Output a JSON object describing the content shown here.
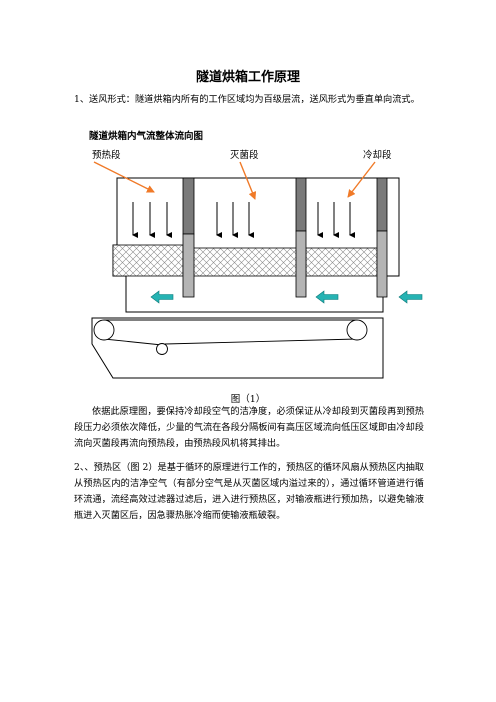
{
  "doc": {
    "title": "隧道烘箱工作原理",
    "para1": "1、送风形式：隧道烘箱内所有的工作区域均为百级层流，送风形式为垂直单向流式。",
    "figure_title": "隧道烘箱内气流整体流向图",
    "labels": {
      "preheat": "预热段",
      "sterilize": "灭菌段",
      "cooling": "冷却段"
    },
    "caption": "图（1）",
    "para2": "依据此原理图，要保持冷却段空气的洁净度，必须保证从冷却段到灭菌段再到预热段压力必须依次降低，少量的气流在各段分隔板间有高压区域流向低压区域即由冷却段流向灭菌段再流向预热段，由预热段风机将其排出。",
    "para3": "2、、预热区（图 2）是基于循环的原理进行工作的，预热区的循环风扇从预热区内抽取从预热区内的洁净空气（有部分空气是从灭菌区域内溢过来的），通过循环管道进行循环流通，流经高效过滤器过滤后，进入进行预热区，对输液瓶进行预加热，以避免输液瓶进入灭菌区后，因急骤热胀冷缩而使输液瓶破裂。"
  },
  "colors": {
    "annotation_arrow": "#f07a28",
    "flow_arrow": "#26b3b3",
    "partition": "#7a7a7a",
    "partition_light": "#b4b4b4"
  }
}
